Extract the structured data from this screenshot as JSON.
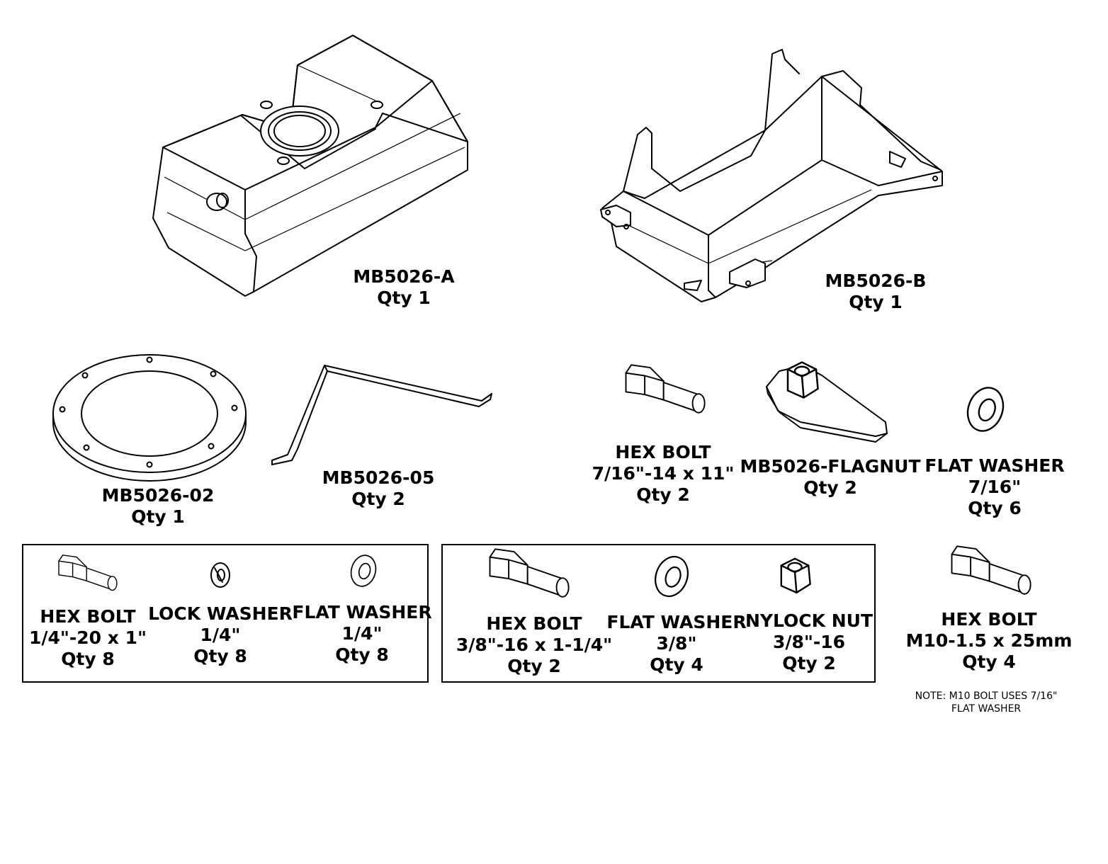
{
  "parts": {
    "tank": {
      "name": "MB5026-A",
      "qty": "Qty 1"
    },
    "skid_plate": {
      "name": "MB5026-B",
      "qty": "Qty 1"
    },
    "gasket_ring": {
      "name": "MB5026-02",
      "qty": "Qty 1"
    },
    "strap": {
      "name": "MB5026-05",
      "qty": "Qty 2"
    },
    "hex_bolt_7_16": {
      "name": "HEX BOLT",
      "size": "7/16\"-14 x 11\"",
      "qty": "Qty 2"
    },
    "flagnut": {
      "name": "MB5026-FLAGNUT",
      "qty": "Qty 2"
    },
    "flat_washer_7_16": {
      "name": "FLAT WASHER",
      "size": "7/16\"",
      "qty": "Qty 6"
    }
  },
  "kit_1_4": {
    "hex_bolt": {
      "name": "HEX BOLT",
      "size": "1/4\"-20 x 1\"",
      "qty": "Qty 8"
    },
    "lock_washer": {
      "name": "LOCK WASHER",
      "size": "1/4\"",
      "qty": "Qty 8"
    },
    "flat_washer": {
      "name": "FLAT WASHER",
      "size": "1/4\"",
      "qty": "Qty 8"
    }
  },
  "kit_3_8": {
    "hex_bolt": {
      "name": "HEX BOLT",
      "size": "3/8\"-16 x 1-1/4\"",
      "qty": "Qty 2"
    },
    "flat_washer": {
      "name": "FLAT WASHER",
      "size": "3/8\"",
      "qty": "Qty 4"
    },
    "nylock_nut": {
      "name": "NYLOCK NUT",
      "size": "3/8\"-16",
      "qty": "Qty 2"
    }
  },
  "m10_bolt": {
    "name": "HEX BOLT",
    "size": "M10-1.5 x 25mm",
    "qty": "Qty 4"
  },
  "note": {
    "line1": "NOTE: M10 BOLT USES 7/16\"",
    "line2": "FLAT WASHER"
  }
}
